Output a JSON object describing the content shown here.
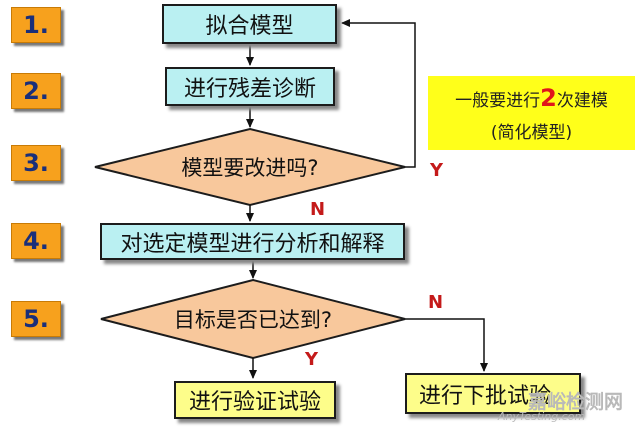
{
  "step_numbers": [
    "1.",
    "2.",
    "3.",
    "4.",
    "5."
  ],
  "nodes": {
    "fit_model": "拟合模型",
    "residual_diagnosis": "进行残差诊断",
    "improve_decision": "模型要改进吗?",
    "analysis": "对选定模型进行分析和解释",
    "goal_decision": "目标是否已达到?",
    "verification": "进行验证试验",
    "next_batch": "进行下批试验"
  },
  "labels": {
    "yes_right": "Y",
    "no_down_1": "N",
    "no_right": "N",
    "yes_down": "Y"
  },
  "note": {
    "line1_prefix": "一般要进行",
    "line1_number": "2",
    "line1_suffix": "次建模",
    "line2": "(简化模型)"
  },
  "watermark": {
    "brand": "嘉峪检测网",
    "url": "AnyTesting.com"
  },
  "colors": {
    "step_badge": "#f7a11d",
    "process_box": "#baf0f2",
    "decision": "#f8c89c",
    "final_box": "#fdfd8a",
    "note_bg": "#ffff1a",
    "label_red": "#c41a1a"
  }
}
